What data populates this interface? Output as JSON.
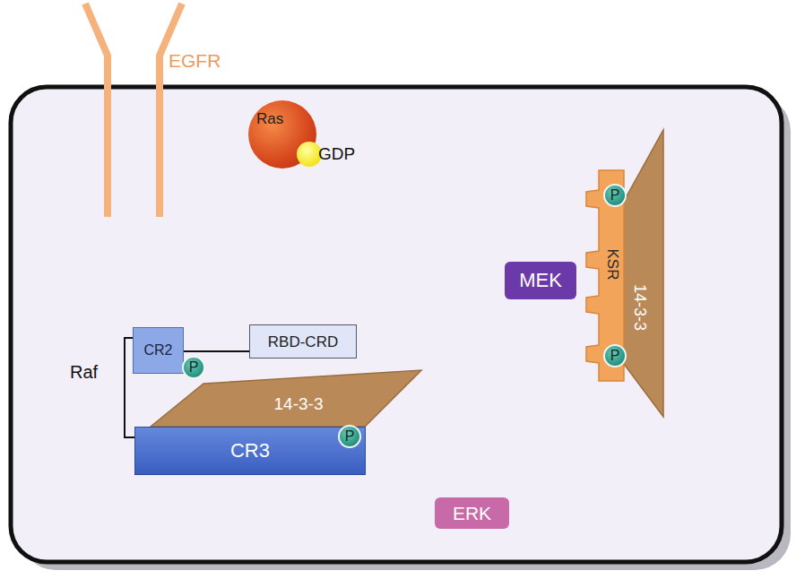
{
  "diagram": {
    "nodes": [
      {
        "text": [
          "Ras"
        ]
      },
      {
        "text": [
          "GDP"
        ]
      },
      {
        "text": [
          "14-3-3"
        ]
      },
      {
        "text": [
          "KSR"
        ]
      },
      {
        "text": [
          "P"
        ]
      },
      {
        "text": [
          "MEK"
        ]
      },
      {
        "text": [
          "CR2"
        ]
      },
      {
        "text": [
          "RBD-CRD"
        ]
      },
      {
        "text": [
          "P"
        ]
      },
      {
        "text": [
          "14-3-3"
        ]
      },
      {
        "text": [
          "P"
        ]
      },
      {
        "text": [
          "CR3"
        ]
      },
      {
        "text": [
          "P"
        ]
      },
      {
        "text": [
          "ERK"
        ]
      }
    ],
    "edges": [
      {
        "from": 6,
        "to": 7,
        "arrow": "none"
      },
      {
        "from": 6,
        "to": 11,
        "arrow": "none"
      }
    ],
    "labels": [
      "EGFR",
      "Raf"
    ]
  }
}
